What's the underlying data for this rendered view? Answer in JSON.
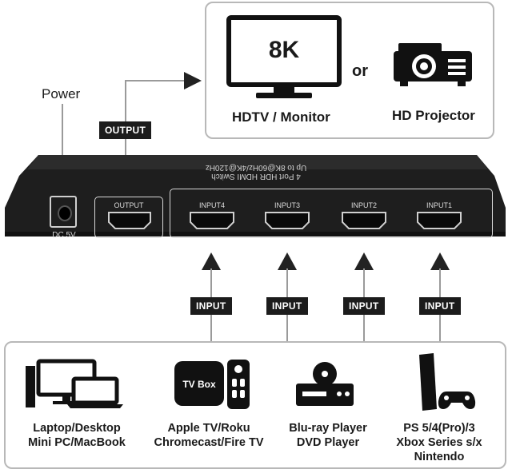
{
  "display": {
    "monitor_text": "8K",
    "or_text": "or",
    "monitor_label": "HDTV / Monitor",
    "projector_label": "HD Projector"
  },
  "power_label": "Power",
  "output_tag": "OUTPUT",
  "device": {
    "title_line1": "4 Port HDR HDMI Switch",
    "title_line2": "Up to 8K@60Hz/4K@120Hz",
    "dc_label": "DC 5V",
    "output_port_label": "OUTPUT",
    "input_ports": [
      "INPUT4",
      "INPUT3",
      "INPUT2",
      "INPUT1"
    ]
  },
  "input_tags": [
    "INPUT",
    "INPUT",
    "INPUT",
    "INPUT"
  ],
  "sources": {
    "pc_line1": "Laptop/Desktop",
    "pc_line2": "Mini PC/MacBook",
    "tv_line1": "Apple TV/Roku",
    "tv_line2": "Chromecast/Fire TV",
    "tvbox_text": "TV Box",
    "bluray_line1": "Blu-ray Player",
    "bluray_line2": "DVD Player",
    "console_line1": "PS 5/4(Pro)/3",
    "console_line2": "Xbox Series s/x",
    "console_line3": "Nintendo"
  },
  "colors": {
    "device_body": "#1e1e1e",
    "frame": "#b8b8b8",
    "arrow": "#222222"
  }
}
